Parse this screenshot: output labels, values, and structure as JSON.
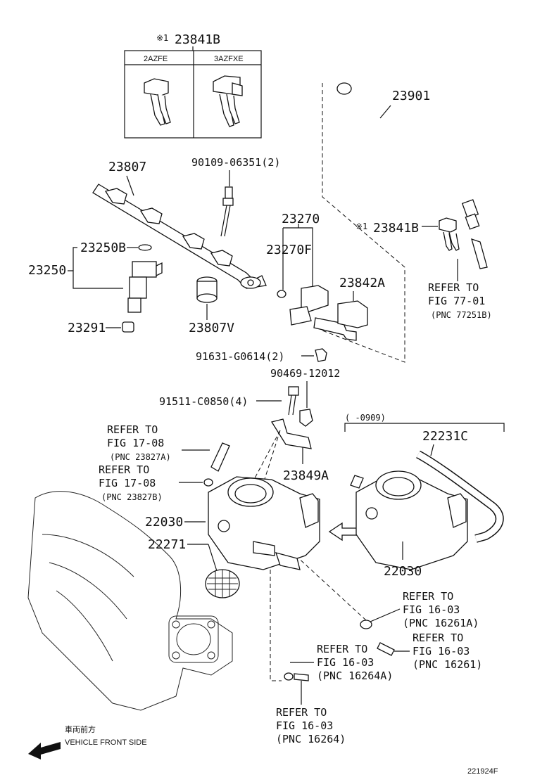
{
  "labels": {
    "sensor_asterisk_top": "※1",
    "sensor_top": "23841B",
    "variant_a": "2AZFE",
    "variant_b": "3AZFXE",
    "hose_upper": "23901",
    "delivery_pipe": "23807",
    "bolt_90109": "90109-06351(2)",
    "regulator": "23270",
    "sensor_asterisk_mid": "※1",
    "sensor_mid": "23841B",
    "oring": "23250B",
    "oring_regulator": "23270F",
    "injector": "23250",
    "bracket_23842": "23842A",
    "insulator": "23807V",
    "grommet": "23291",
    "bolt_91631": "91631-G0614(2)",
    "bolt_90469": "90469-12012",
    "bolt_91511": "91511-C0850(4)",
    "bracket_23849": "23849A",
    "throttle_left": "22030",
    "throttle_right": "22030",
    "gasket": "22271",
    "hose_right": "22231C",
    "date_range": "(      -0909)"
  },
  "refs": {
    "r1": {
      "line1": "REFER TO",
      "line2": "FIG 77-01",
      "line3": "(PNC 77251B)"
    },
    "r2": {
      "line1": "REFER TO",
      "line2": "FIG 17-08",
      "line3": "(PNC 23827A)"
    },
    "r3": {
      "line1": "REFER TO",
      "line2": "FIG 17-08",
      "line3": "(PNC 23827B)"
    },
    "r4": {
      "line1": "REFER TO",
      "line2": "FIG 16-03",
      "line3": "(PNC 16261A)"
    },
    "r5": {
      "line1": "REFER TO",
      "line2": "FIG 16-03",
      "line3": "(PNC 16261)"
    },
    "r6": {
      "line1": "REFER TO",
      "line2": "FIG 16-03",
      "line3": "(PNC 16264A)"
    },
    "r7": {
      "line1": "REFER TO",
      "line2": "FIG 16-03",
      "line3": "(PNC 16264)"
    }
  },
  "footer": {
    "front_jp": "車両前方",
    "front_en": "VEHICLE FRONT SIDE",
    "figure_code": "221924F"
  },
  "icons": [
    "front-direction-arrow-icon",
    "flow-arrow-icon"
  ]
}
